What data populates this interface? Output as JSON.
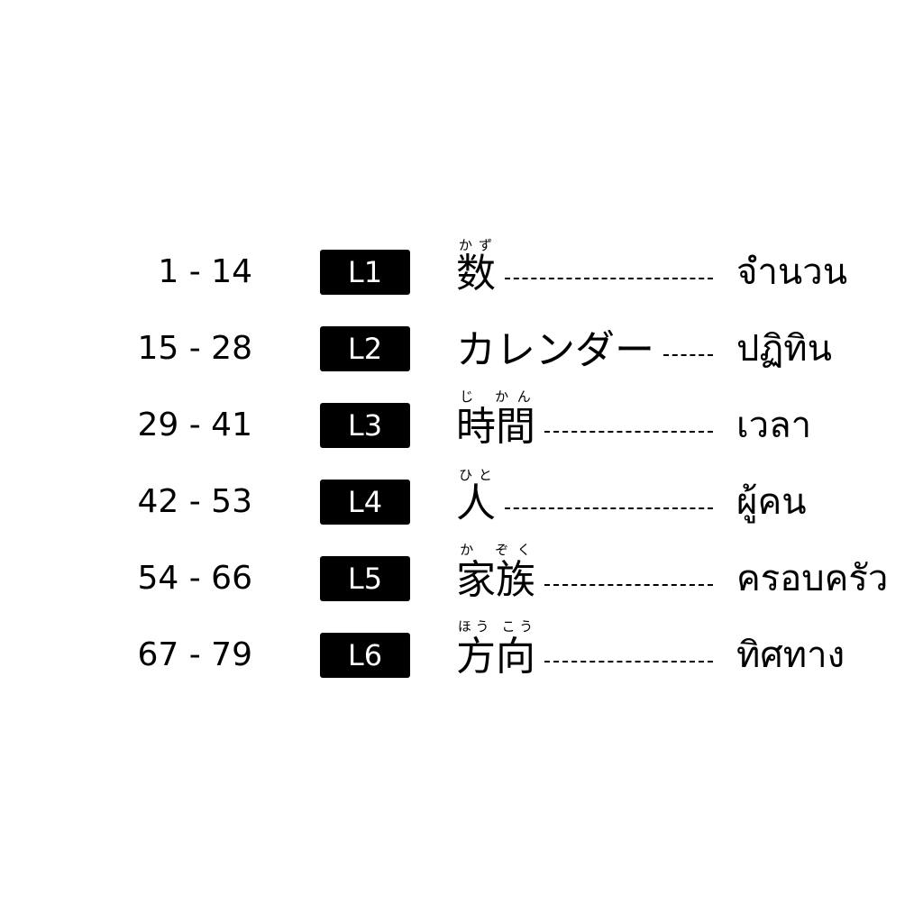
{
  "rows": [
    {
      "range": "1 - 14",
      "level": "L1",
      "title": "数",
      "ruby": "かず",
      "thai": "จำนวน"
    },
    {
      "range": "15 - 28",
      "level": "L2",
      "title": "カレンダー",
      "ruby": "",
      "thai": "ปฏิทิน"
    },
    {
      "range": "29 - 41",
      "level": "L3",
      "title": "時間",
      "ruby": "じ かん",
      "thai": "เวลา"
    },
    {
      "range": "42 - 53",
      "level": "L4",
      "title": "人",
      "ruby": "ひと",
      "thai": "ผู้คน"
    },
    {
      "range": "54 - 66",
      "level": "L5",
      "title": "家族",
      "ruby": "か ぞく",
      "thai": "ครอบครัว"
    },
    {
      "range": "67 - 79",
      "level": "L6",
      "title": "方向",
      "ruby": "ほう こう",
      "thai": "ทิศทาง"
    }
  ]
}
